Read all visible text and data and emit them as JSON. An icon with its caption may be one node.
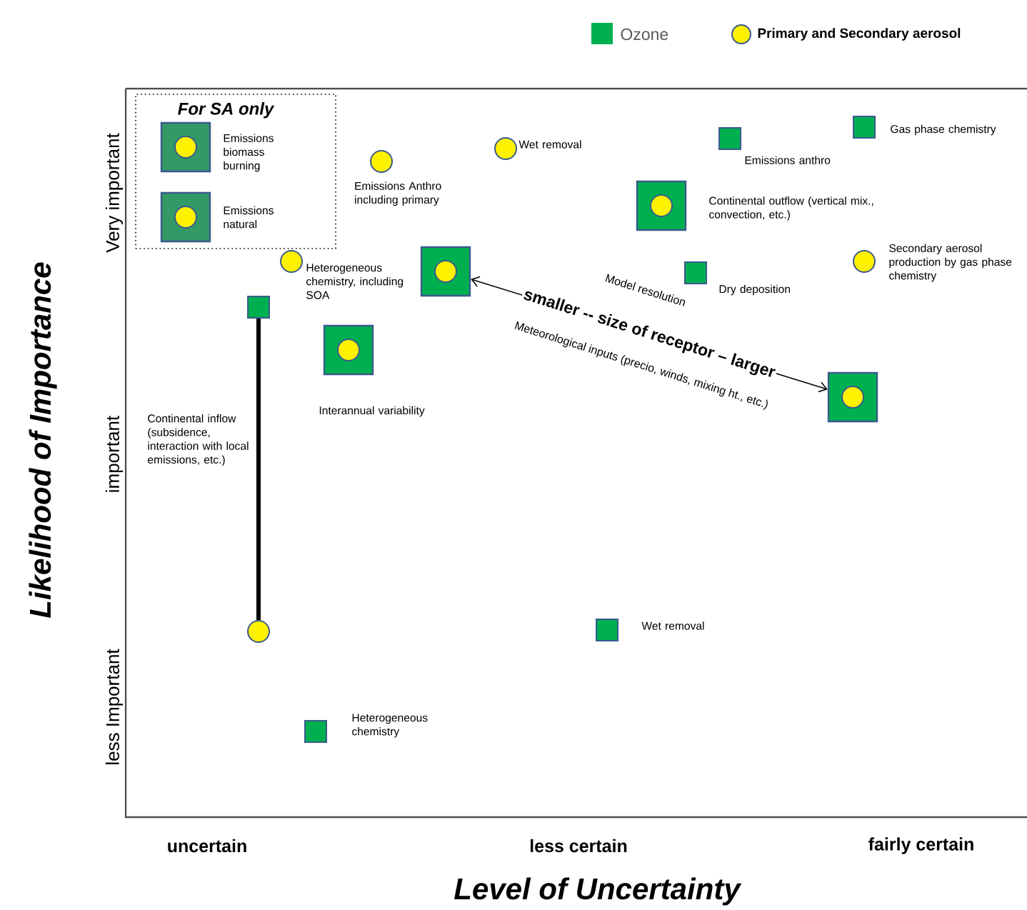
{
  "diagram": {
    "nodes": [
      {
        "text": [
          "For SA only"
        ]
      },
      {
        "text": [],
        "shape": "target",
        "in": 0,
        "beside": [
          "Emissions biomass burning"
        ]
      },
      {
        "text": [],
        "shape": "target",
        "in": 0,
        "beside": [
          "Emissions natural"
        ]
      },
      {
        "text": [],
        "shape": "circle",
        "beside": [
          "Emissions Anthro including primary"
        ]
      },
      {
        "text": [],
        "shape": "circle",
        "beside": [
          "Wet removal"
        ]
      },
      {
        "text": [],
        "shape": "square",
        "beside": [
          "Emissions anthro"
        ]
      },
      {
        "text": [],
        "shape": "square",
        "beside": [
          "Gas phase chemistry"
        ]
      },
      {
        "text": [],
        "shape": "target",
        "beside": [
          "Continental outflow (vertical mix., convection, etc.)"
        ]
      },
      {
        "text": [],
        "shape": "circle",
        "beside": [
          "Heterogeneous chemistry, including SOA"
        ]
      },
      {
        "text": [],
        "shape": "target"
      },
      {
        "text": [],
        "shape": "square",
        "beside": [
          "Dry deposition"
        ]
      },
      {
        "text": [],
        "shape": "circle",
        "beside": [
          "Secondary aerosol production by gas phase chemistry"
        ]
      },
      {
        "text": [],
        "shape": "square"
      },
      {
        "text": [],
        "shape": "target",
        "beside": [
          "Interannual variability"
        ]
      },
      {
        "text": [],
        "shape": "target"
      },
      {
        "text": [],
        "shape": "circle"
      },
      {
        "text": [],
        "shape": "square",
        "beside": [
          "Wet removal"
        ]
      },
      {
        "text": [],
        "shape": "square",
        "beside": [
          "Heterogeneous chemistry"
        ]
      }
    ],
    "edges": [
      {
        "from": 12,
        "to": 15,
        "arrow": "none",
        "style": "thick"
      },
      {
        "from": 9,
        "to": 14,
        "arrow": "both",
        "label": "smaller -- size of receptor – larger"
      }
    ],
    "labels": [
      "Very important",
      "important",
      "less Important",
      "Likelihood of Importance",
      "Continental inflow (subsidence, interaction with local emissions, etc.)",
      "Model resolution",
      "Meteorological inputs (precio, winds, mixing ht., etc.)",
      "uncertain",
      "less certain",
      "fairly certain",
      "Level of Uncertainty"
    ],
    "legend": [
      {
        "text": "Ozone",
        "color": "#00b050"
      },
      {
        "text": "Primary and Secondary aerosol"
      }
    ]
  }
}
